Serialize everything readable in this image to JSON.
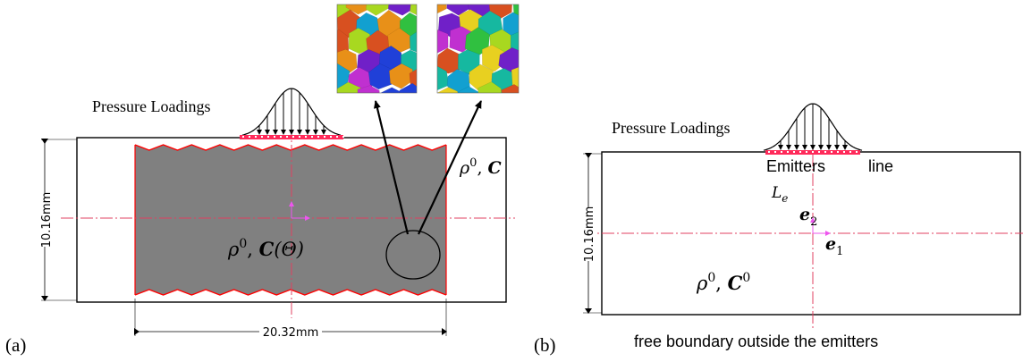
{
  "panel_a": {
    "tag": "(a)",
    "loading_label": "Pressure Loadings",
    "outer_material": {
      "rho": "ρ",
      "sup": "0",
      "sep": ", ",
      "C": "C"
    },
    "inner_material": {
      "rho": "ρ",
      "sup": "0",
      "sep": ", ",
      "C": "C",
      "arg": "(Θ)"
    },
    "dim_height": "10.16mm",
    "dim_width": "20.32mm"
  },
  "panel_b": {
    "tag": "(b)",
    "loading_label": "Pressure Loadings",
    "emitters_word": "Emitters",
    "line_word": "line",
    "le": {
      "L": "L",
      "sub": "e"
    },
    "e2": {
      "e": "e",
      "sub": "2"
    },
    "e1": {
      "e": "e",
      "sub": "1"
    },
    "material": {
      "rho": "ρ",
      "sup": "0",
      "sep": ", ",
      "C": "C",
      "sup2": "0"
    },
    "dim_height": "10.16mm",
    "bottom_caption": "free boundary outside the emitters"
  },
  "colors": {
    "grain_region": "#808080",
    "jagged_edge": "#ff0000",
    "centerline": "#e04060",
    "axis_arrow": "#ee55ee",
    "emitter_dot": "#ff2a5a",
    "emitter_dot_alt": "#ffffff",
    "outline": "#000000"
  },
  "microstructure_palette": [
    "#2040d8",
    "#12a0d0",
    "#16b8a0",
    "#30c040",
    "#a8d820",
    "#e8d020",
    "#e89018",
    "#d85020",
    "#c030d0",
    "#7020c8"
  ]
}
